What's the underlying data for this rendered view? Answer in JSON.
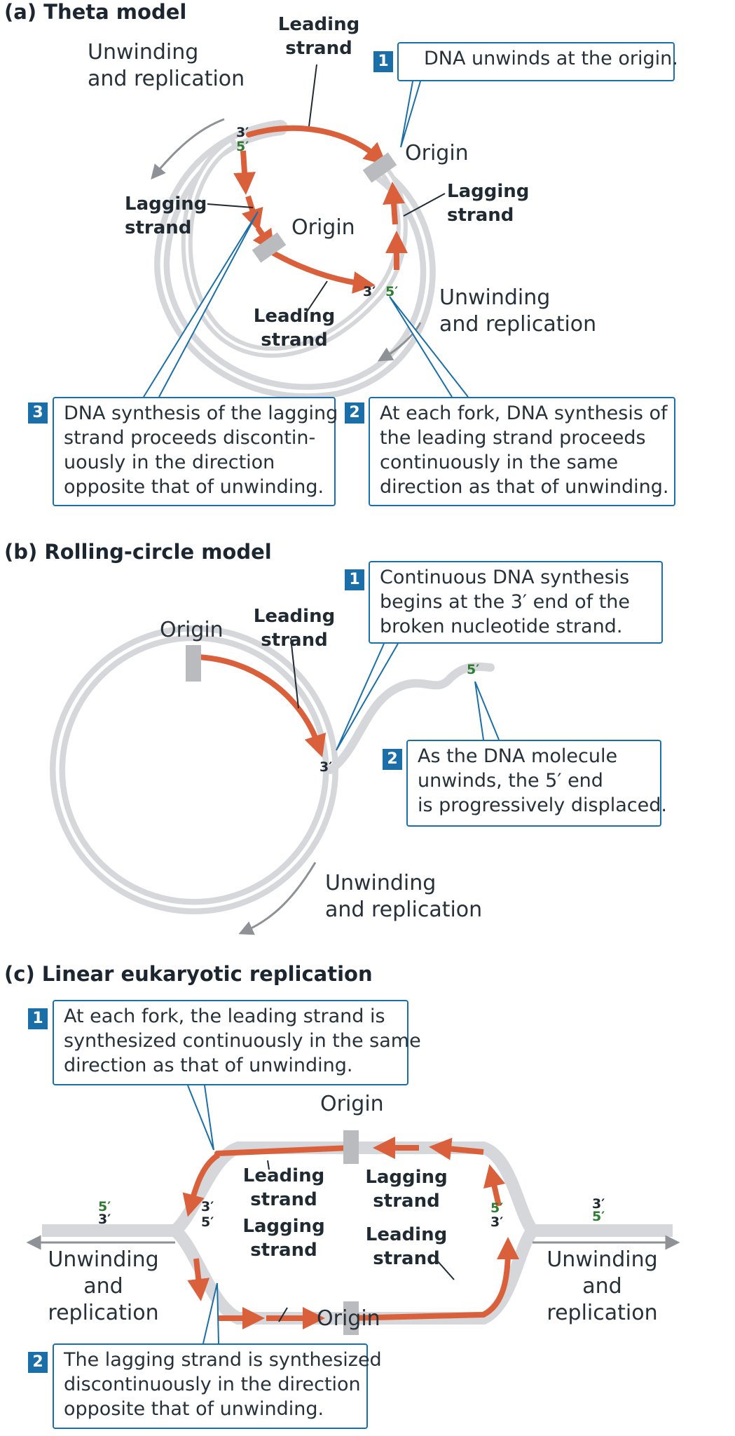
{
  "theta": {
    "title": "(a) Theta model",
    "unwind_left": [
      "Unwinding",
      "and replication"
    ],
    "leading_top": [
      "Leading",
      "strand"
    ],
    "origin_right": "Origin",
    "origin_inner": "Origin",
    "lagging_left": [
      "Lagging",
      "strand"
    ],
    "lagging_right": [
      "Lagging",
      "strand"
    ],
    "leading_bottom": [
      "Leading",
      "strand"
    ],
    "unwind_right": [
      "Unwinding",
      "and replication"
    ],
    "end_3_top": "3′",
    "end_5_top": "5′",
    "end_3_mid": "3′",
    "end_5_mid": "5′",
    "step1": {
      "num": "1",
      "text": "DNA unwinds at the origin."
    },
    "step2": {
      "num": "2",
      "lines": [
        "At each fork, DNA synthesis of",
        "the leading strand proceeds",
        "continuously in the same",
        "direction as that of unwinding."
      ]
    },
    "step3": {
      "num": "3",
      "lines": [
        "DNA synthesis of the lagging",
        "strand proceeds discontin-",
        "uously in the direction",
        "opposite that of unwinding."
      ]
    }
  },
  "rolling": {
    "title": "(b) Rolling-circle model",
    "origin": "Origin",
    "leading": [
      "Leading",
      "strand"
    ],
    "end_3": "3′",
    "end_5": "5′",
    "unwind": [
      "Unwinding",
      "and replication"
    ],
    "step1": {
      "num": "1",
      "lines": [
        "Continuous DNA synthesis",
        "begins at the 3′ end of the",
        "broken nucleotide strand."
      ]
    },
    "step2": {
      "num": "2",
      "lines": [
        "As the DNA molecule",
        "unwinds, the 5′ end",
        "is progressively displaced."
      ]
    }
  },
  "linear": {
    "title": "(c) Linear eukaryotic replication",
    "origin_top": "Origin",
    "origin_bottom": "Origin",
    "leading_a": [
      "Leading",
      "strand"
    ],
    "lagging_a": [
      "Lagging",
      "strand"
    ],
    "lagging_b": [
      "Lagging",
      "strand"
    ],
    "leading_b": [
      "Leading",
      "strand"
    ],
    "left_ends": [
      "5′",
      "3′"
    ],
    "left_inner_ends": [
      "3′",
      "5′"
    ],
    "right_inner_ends": [
      "5′",
      "3′"
    ],
    "right_ends": [
      "3′",
      "5′"
    ],
    "unwind_left": [
      "Unwinding",
      "and",
      "replication"
    ],
    "unwind_right": [
      "Unwinding",
      "and",
      "replication"
    ],
    "step1": {
      "num": "1",
      "lines": [
        "At each fork, the leading strand is",
        "synthesized continuously in the same",
        "direction as that of unwinding."
      ]
    },
    "step2": {
      "num": "2",
      "lines": [
        "The lagging strand is synthesized",
        "discontinuously in the direction",
        "opposite that of unwinding."
      ]
    }
  },
  "colors": {
    "strand_new": "#d9603b",
    "strand_old": "#d6d7da",
    "origin_block": "#b9bbbf",
    "callout_border": "#1b6fa8",
    "end_label_green": "#2e7d32"
  }
}
